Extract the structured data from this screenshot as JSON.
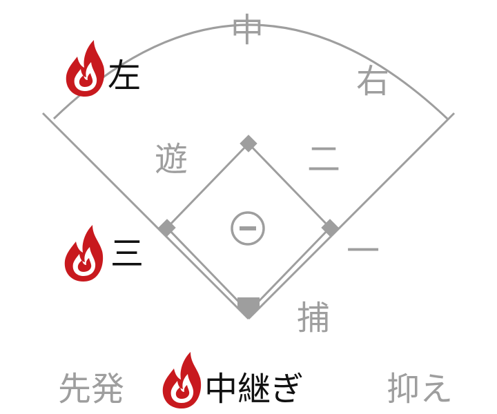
{
  "colors": {
    "line": "#9e9e9e",
    "inactive_text": "#9e9e9e",
    "active_text": "#111111",
    "flame": "#c8191e",
    "background": "#ffffff"
  },
  "positions": {
    "center": {
      "label": "中",
      "active": false
    },
    "left": {
      "label": "左",
      "active": true
    },
    "right": {
      "label": "右",
      "active": false
    },
    "shortstop": {
      "label": "遊",
      "active": false
    },
    "second": {
      "label": "二",
      "active": false
    },
    "pitcher": {
      "label": "⊖",
      "active": false
    },
    "third": {
      "label": "三",
      "active": true
    },
    "first": {
      "label": "一",
      "active": false
    },
    "catcher": {
      "label": "捕",
      "active": false
    }
  },
  "roles": {
    "starter": {
      "label": "先発",
      "active": false
    },
    "middle_relief": {
      "label": "中継ぎ",
      "active": true
    },
    "closer": {
      "label": "抑え",
      "active": false
    }
  },
  "icons": {
    "active_marker": "flame-icon",
    "base": "diamond-base-icon",
    "home_plate": "home-plate-icon"
  }
}
